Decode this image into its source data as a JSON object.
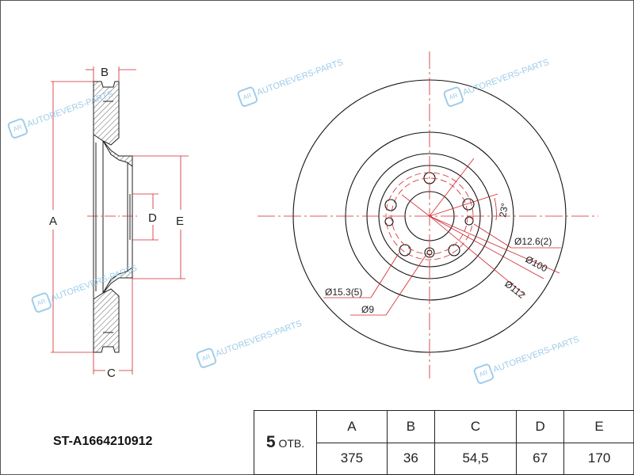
{
  "part_number": "ST-A1664210912",
  "side_view": {
    "labels": {
      "a": "A",
      "b": "B",
      "c": "C",
      "d": "D",
      "e": "E"
    }
  },
  "front_view": {
    "annotations": {
      "bolt_hole": "Ø15.3(5)",
      "small_hole": "Ø9",
      "aux_hole": "Ø12.6(2)",
      "pcd_inner": "Ø100",
      "pcd_outer": "Ø112",
      "angle": "23°"
    }
  },
  "spec_table": {
    "holes_count": "5",
    "holes_unit": "ОТВ.",
    "headers": [
      "A",
      "B",
      "C",
      "D",
      "E"
    ],
    "values": [
      "375",
      "36",
      "54,5",
      "67",
      "170"
    ]
  },
  "watermark": {
    "text": "AUTOREVERS-PARTS",
    "logo": "AR"
  },
  "colors": {
    "dimension": "#d0262c",
    "outline": "#111111",
    "watermark": "#8fc4e6"
  }
}
